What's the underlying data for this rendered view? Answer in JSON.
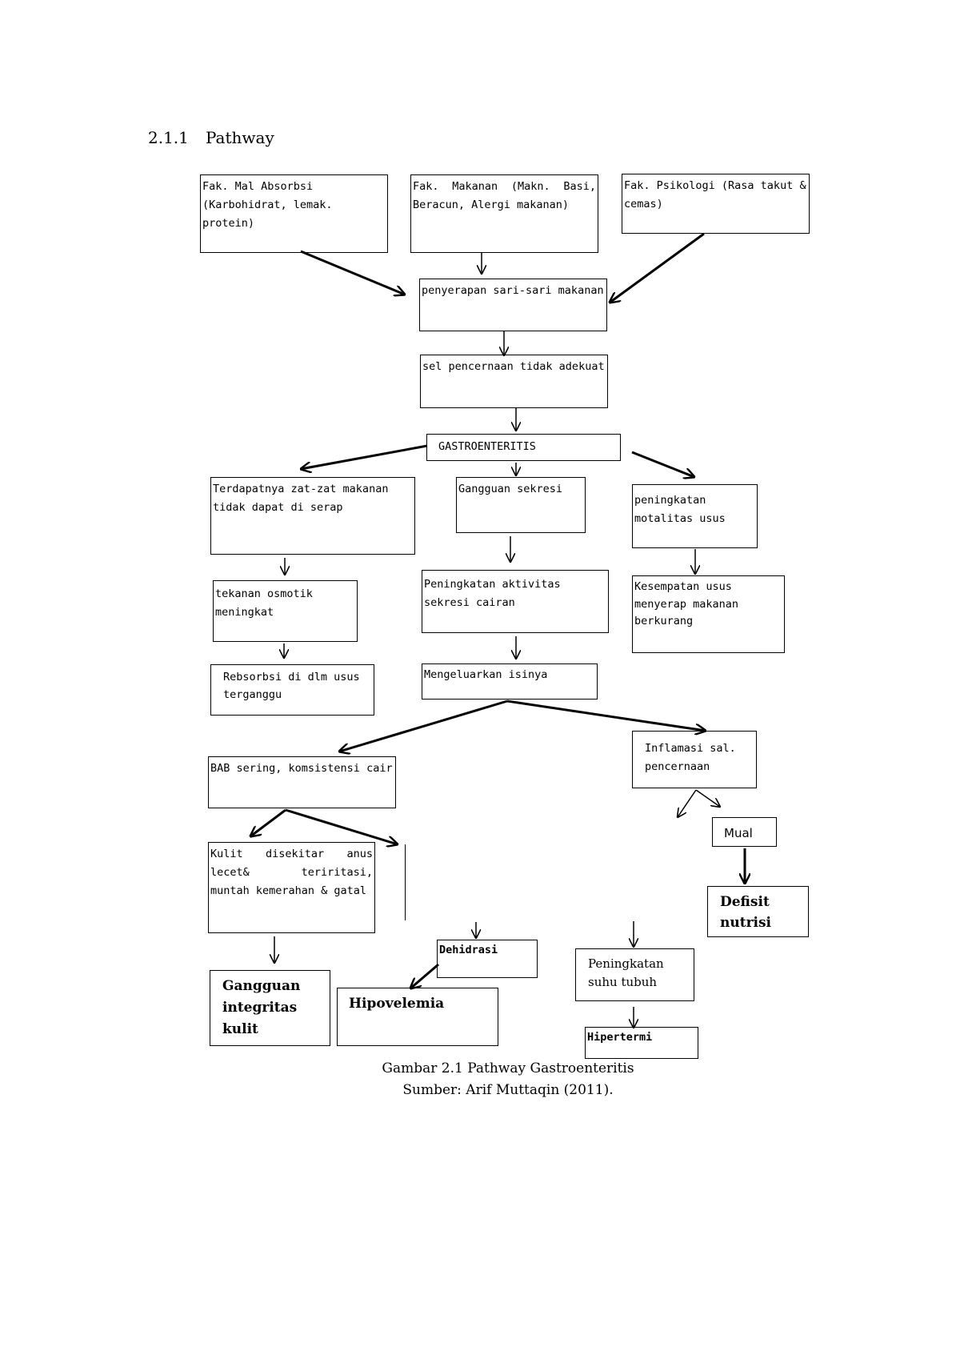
{
  "heading": {
    "number": "2.1.1",
    "title": "Pathway"
  },
  "boxes": {
    "fak_mal": "Fak. Mal Absorbsi (Karbohidrat, lemak. protein)",
    "fak_makanan": "Fak. Makanan (Makn. Basi, Beracun, Alergi makanan)",
    "fak_psikologi": "Fak. Psikologi (Rasa takut & cemas)",
    "penyerapan": "penyerapan sari-sari makanan",
    "sel_pencernaan": "sel pencernaan tidak adekuat",
    "gastroenteritis": "GASTROENTERITIS",
    "terdapatnya": "Terdapatnya zat-zat makanan tidak dapat di serap",
    "gangguan_sekresi": "Gangguan sekresi",
    "peningkatan_motalitas": "peningkatan motalitas usus",
    "tekanan_osmotik": "tekanan osmotik meningkat",
    "peningkatan_aktivitas": "Peningkatan aktivitas sekresi cairan",
    "kesempatan_usus": "Kesempatan usus menyerap makanan berkurang",
    "rebsorbsi": "Rebsorbsi di dlm usus terganggu",
    "mengeluarkan": "Mengeluarkan isinya",
    "bab_sering": "BAB sering, komsistensi cair",
    "inflamasi": "Inflamasi sal. pencernaan",
    "mual": "Mual",
    "kulit": "Kulit disekitar anus lecet& teriritasi, muntah kemerahan & gatal",
    "defisit": "Defisit nutrisi",
    "dehidrasi": "Dehidrasi",
    "peningkatan_suhu": "Peningkatan suhu tubuh",
    "gangguan_integritas": "Gangguan integritas kulit",
    "hipovelemia": "Hipovelemia",
    "hipertermi": "Hipertermi"
  },
  "caption": {
    "line1": "Gambar 2.1 Pathway Gastroenteritis",
    "line2": "Sumber: Arif Muttaqin (2011)."
  }
}
